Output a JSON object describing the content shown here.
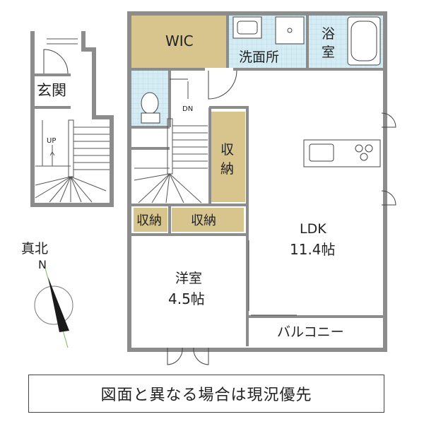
{
  "rooms": {
    "wic": "WIC",
    "washroom": "洗面所",
    "bath_1": "浴",
    "bath_2": "室",
    "entrance": "玄関",
    "storage_a_1": "収",
    "storage_a_2": "納",
    "storage_b": "収納",
    "storage_c": "収納",
    "ldk_name": "LDK",
    "ldk_size": "11.4帖",
    "western_name": "洋室",
    "western_size": "4.5帖",
    "balcony": "バルコニー",
    "stairs_up": "UP",
    "stairs_down": "DN"
  },
  "compass": {
    "label": "真北",
    "north": "N"
  },
  "disclaimer": "図面と異なる場合は現況優先",
  "colors": {
    "wall": "#8c8c8c",
    "storage_fill": "#d8c58e",
    "wet_fill": "#d6ecf4",
    "line": "#444444",
    "compass_needle": "#1a1a1a",
    "compass_line": "#6fbf5a"
  }
}
